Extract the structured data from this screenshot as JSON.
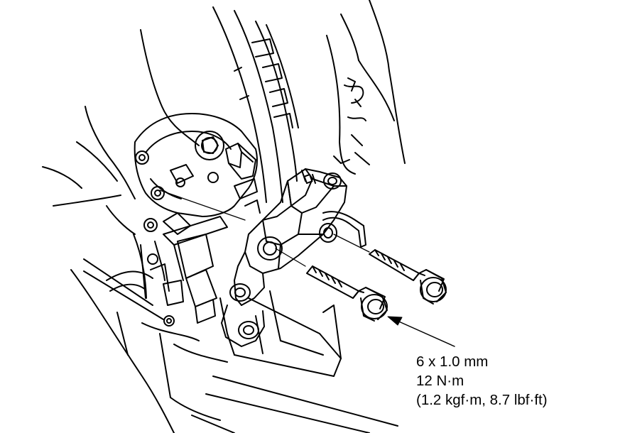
{
  "torque_spec": {
    "thread_size": "6 x 1.0 mm",
    "torque_nm": "12 N·m",
    "torque_alt": "(1.2 kgf·m, 8.7 lbf·ft)"
  },
  "colors": {
    "line": "#000000",
    "background": "#ffffff"
  }
}
